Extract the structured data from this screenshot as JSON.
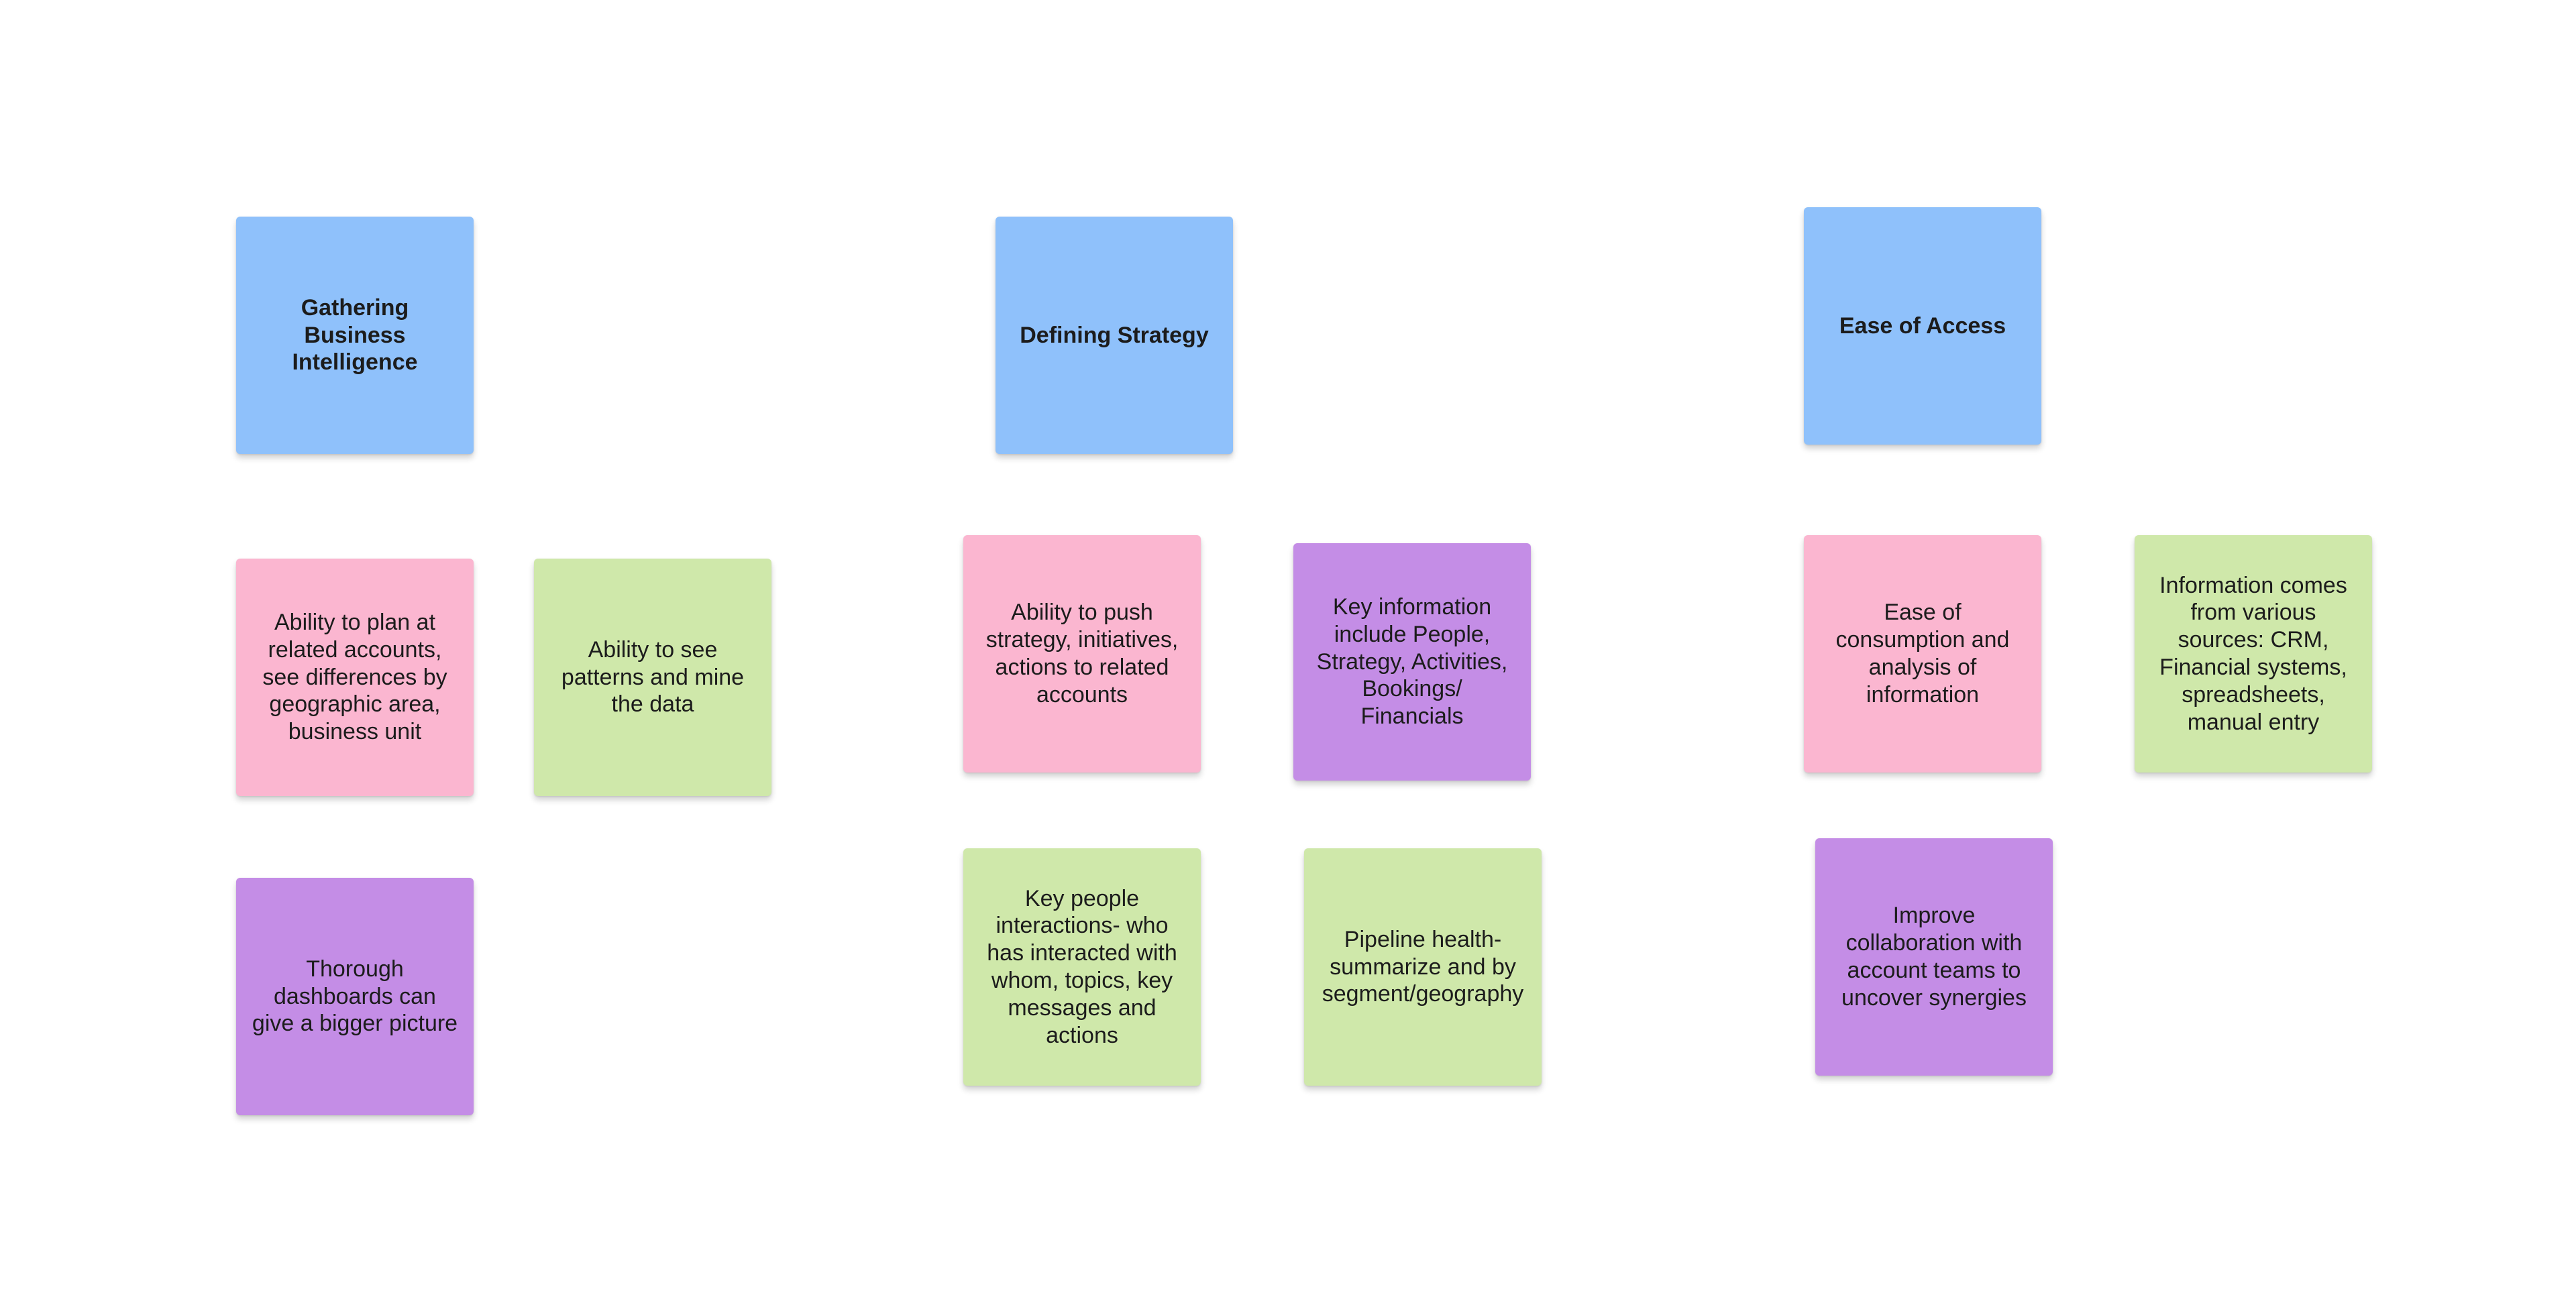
{
  "colors": {
    "blue": "#8fc1fb",
    "pink": "#fbb6d0",
    "green": "#cfe8aa",
    "purple": "#c48de6"
  },
  "notes": {
    "gathering": {
      "text": "Gathering\nBusiness\nIntelligence",
      "color": "blue"
    },
    "plan": {
      "text": "Ability to plan at\nrelated accounts,\nsee differences by\ngeographic area,\nbusiness unit",
      "color": "pink"
    },
    "patterns": {
      "text": "Ability to see\npatterns and mine\nthe data",
      "color": "green"
    },
    "thorough": {
      "text": "Thorough\ndashboards can\ngive a bigger picture",
      "color": "purple"
    },
    "defining": {
      "text": "Defining Strategy",
      "color": "blue"
    },
    "push": {
      "text": "Ability to push\nstrategy, initiatives,\nactions to related\naccounts",
      "color": "pink"
    },
    "keyinfo": {
      "text": "Key information\ninclude People,\nStrategy, Activities,\nBookings/\nFinancials",
      "color": "purple"
    },
    "people": {
      "text": "Key people\ninteractions- who\nhas interacted with\nwhom, topics, key\nmessages and\nactions",
      "color": "green"
    },
    "pipeline": {
      "text": "Pipeline health-\nsummarize and by\nsegment/geography",
      "color": "green"
    },
    "ease": {
      "text": "Ease of Access",
      "color": "blue"
    },
    "consume": {
      "text": "Ease of\nconsumption and\nanalysis of\ninformation",
      "color": "pink"
    },
    "sources": {
      "text": "Information comes\nfrom various\nsources: CRM,\nFinancial systems,\nspreadsheets,\nmanual entry",
      "color": "green"
    },
    "improve": {
      "text": "Improve\ncollaboration with\naccount teams to\nuncover synergies",
      "color": "purple"
    }
  }
}
